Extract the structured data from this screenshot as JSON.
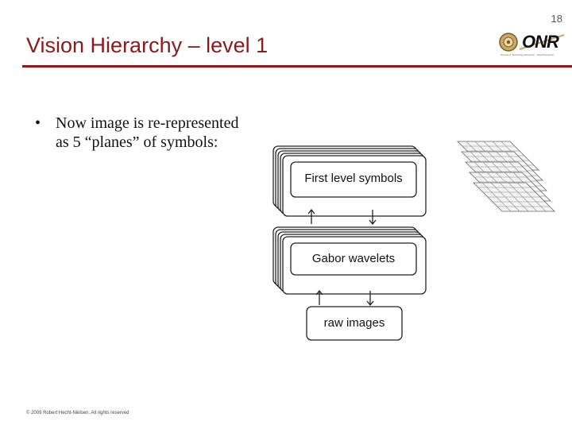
{
  "page_number": "18",
  "title": "Vision Hierarchy – level 1",
  "logo": {
    "text": "ONR",
    "icon": "onr-seal-icon",
    "subtitle": "Science & Technology Research · Naval Research"
  },
  "bullet": {
    "marker": "•",
    "text": "Now image is re-represented as 5 “planes” of symbols:"
  },
  "diagram": {
    "boxes": {
      "first_level": "First level symbols",
      "gabor": "Gabor wavelets",
      "raw": "raw images"
    },
    "icons": [
      "up-arrow-icon",
      "down-arrow-icon",
      "stacked-grid-planes-icon"
    ]
  },
  "copyright": "© 2009 Robert Hecht-Nielsen. All rights reserved",
  "colors": {
    "title": "#8b1a1a",
    "rule": "#8b1a1a",
    "text": "#111111"
  }
}
